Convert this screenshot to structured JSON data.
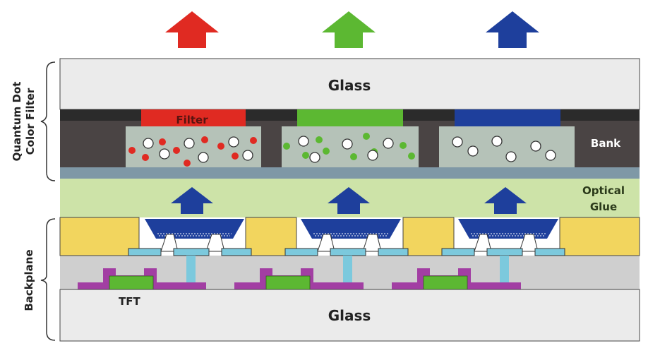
{
  "labels": {
    "glass_top": "Glass",
    "glass_bottom": "Glass",
    "filter": "Filter",
    "bank": "Bank",
    "optical_glue_line1": "Optical",
    "optical_glue_line2": "Glue",
    "tft": "TFT",
    "qd_color_filter_line1": "Quantum Dot",
    "qd_color_filter_line2": "Color Filter",
    "backplane": "Backplane"
  },
  "colors": {
    "red": "#e02a22",
    "green": "#5cb832",
    "blue": "#1e3f9c",
    "glass": "#ebebeb",
    "bank": "#4a4444",
    "black_matrix": "#2b2b2b",
    "qd_layer": "#b5c2b8",
    "barrier": "#7f98a6",
    "optical_glue": "#cde3a8",
    "yellow_pad": "#f2d55e",
    "backplane_grey": "#cfcfcf",
    "via_cyan": "#7cc9dd",
    "tft_purple": "#a23ea3"
  }
}
